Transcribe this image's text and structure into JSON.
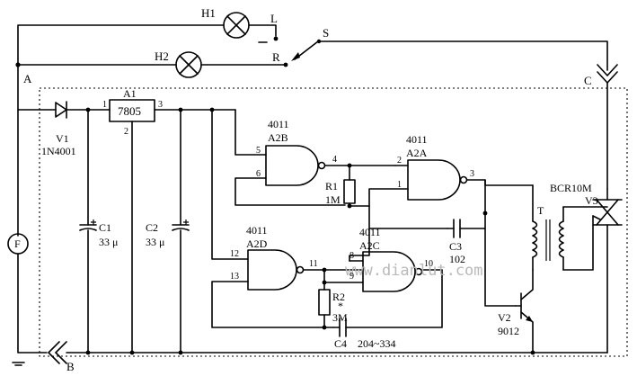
{
  "labels": {
    "H1": "H1",
    "H2": "H2",
    "L": "L",
    "R": "R",
    "S": "S",
    "A": "A",
    "B": "B",
    "C": "C",
    "F": "F",
    "A1": "A1",
    "reg_part": "7805",
    "reg_pin1": "1",
    "reg_pin2": "2",
    "reg_pin3": "3",
    "V1": "V1",
    "V1_part": "1N4001",
    "C1": "C1",
    "C1_val": "33 μ",
    "C2": "C2",
    "C2_val": "33 μ",
    "A2B_chip": "4011",
    "A2B": "A2B",
    "A2A_chip": "4011",
    "A2A": "A2A",
    "A2D_chip": "4011",
    "A2D": "A2D",
    "A2C_chip": "4011",
    "A2C": "A2C",
    "pin1": "1",
    "pin2": "2",
    "pin3": "3",
    "pin4": "4",
    "pin5": "5",
    "pin6": "6",
    "pin8": "8",
    "pin9": "9",
    "pin10": "10",
    "pin11": "11",
    "pin12": "12",
    "pin13": "13",
    "R1": "R1",
    "R1_val": "1M",
    "R2": "R2",
    "R2_mark": "*",
    "R2_val": "3M",
    "C3": "C3",
    "C3_val": "102",
    "C4": "C4",
    "C4_val": "204~334",
    "T": "T",
    "triac_part": "BCR10M",
    "V3": "V3",
    "V2": "V2",
    "V2_part": "9012",
    "watermark": "www.dianlut.com"
  }
}
